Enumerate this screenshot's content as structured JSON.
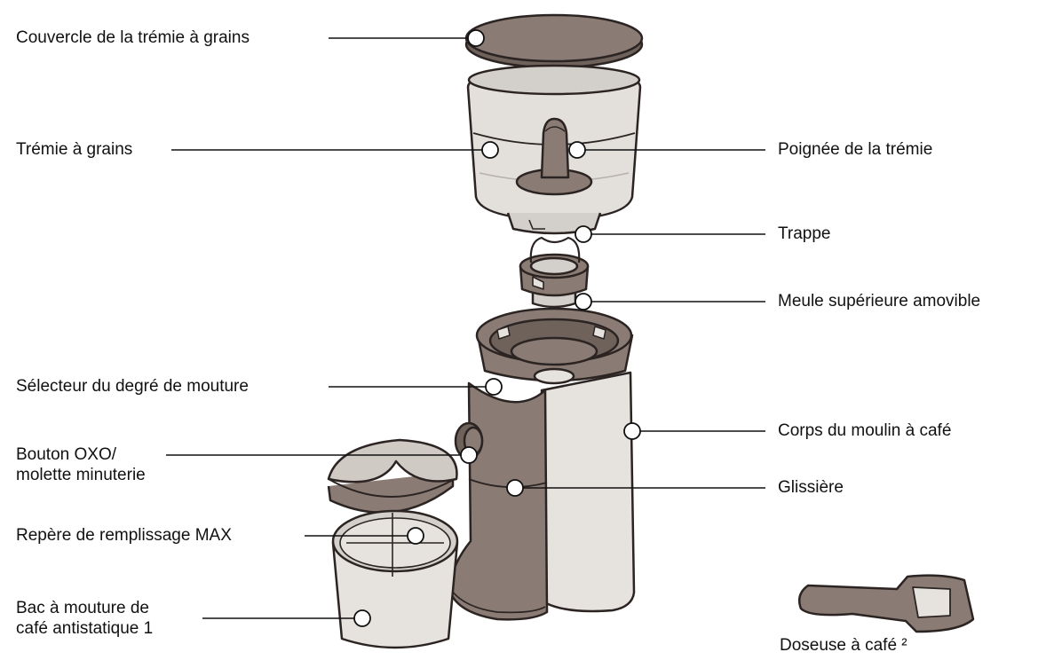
{
  "labels": {
    "hopper_lid": "Couvercle de la trémie à grains",
    "bean_hopper": "Trémie à grains",
    "hopper_handle": "Poignée de la trémie",
    "trapdoor": "Trappe",
    "upper_burr": "Meule supérieure amovible",
    "grind_selector": "Sélecteur du degré de mouture",
    "body": "Corps du moulin à café",
    "timer_line1": "Bouton OXO/",
    "timer_line2": "molette minuterie",
    "slide": "Glissière",
    "max_fill": "Repère de remplissage MAX",
    "container_line1": "Bac à mouture de",
    "container_line2": "café antistatique 1",
    "scoop": "Doseuse à café ²"
  },
  "colors": {
    "dark": "#8a7c74",
    "darkest": "#6f625b",
    "light": "#e6e3df",
    "mid": "#cfcac4",
    "outline": "#2b2422"
  }
}
